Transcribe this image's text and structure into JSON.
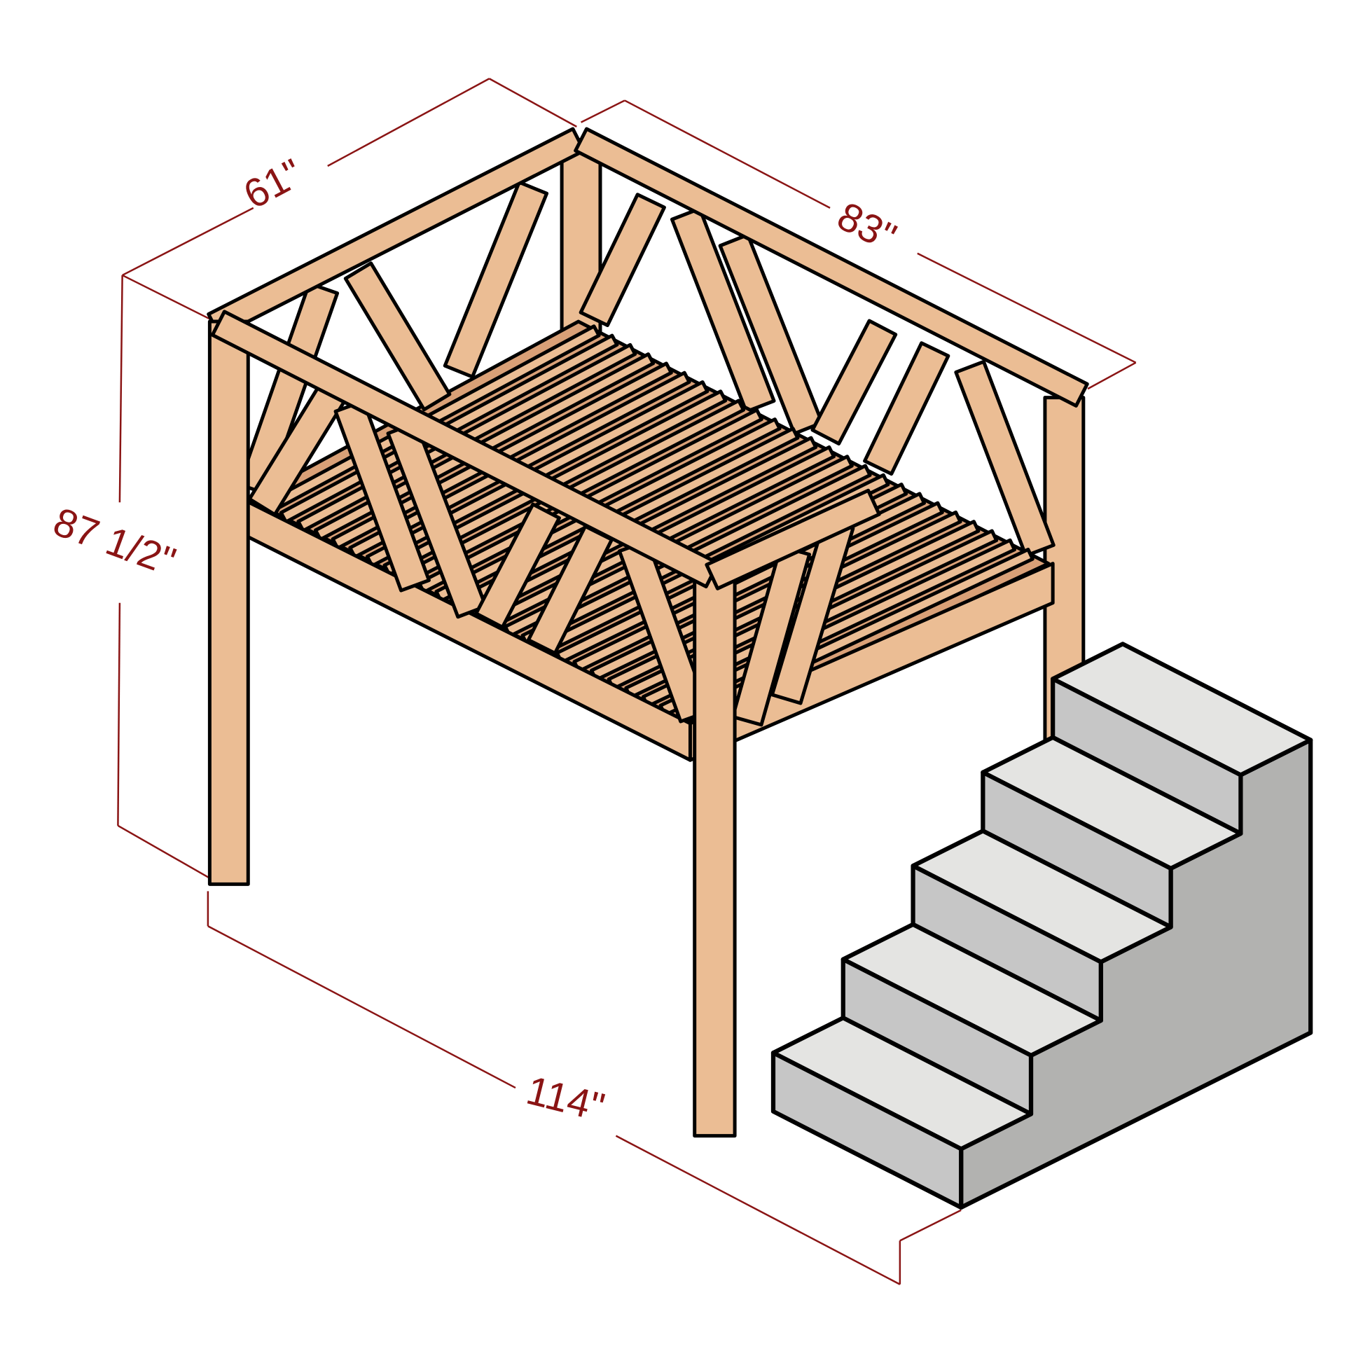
{
  "dimensions": {
    "depth": "61\"",
    "length": "83\"",
    "height": "87 1/2\"",
    "total_length": "114\""
  },
  "colors": {
    "wood": "#ebbd94",
    "wood_dark": "#d9a077",
    "dimension": "#8a1414",
    "stair_top": "#e4e4e2",
    "stair_front": "#c6c6c6",
    "stair_side": "#b2b2b0"
  }
}
